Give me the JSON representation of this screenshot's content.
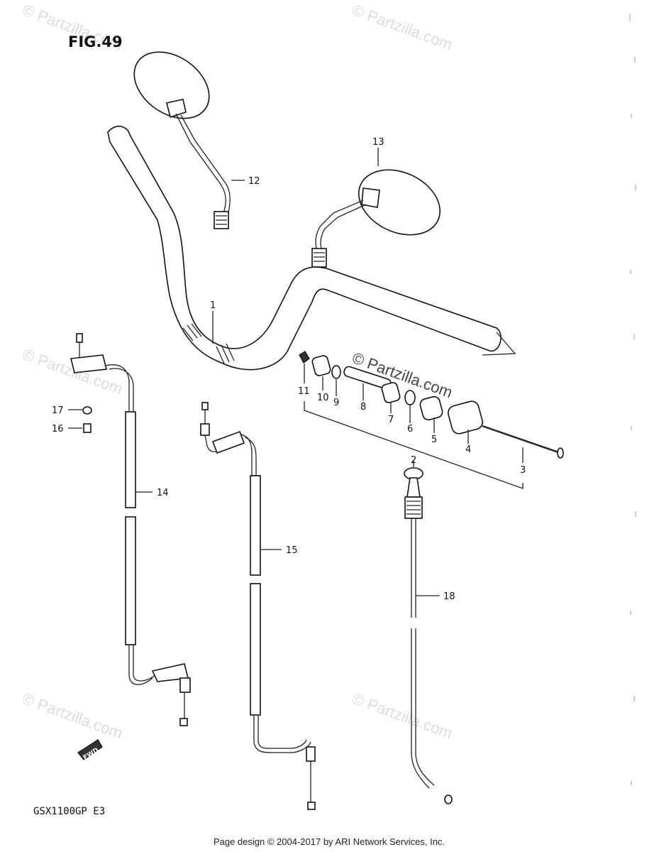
{
  "figure": {
    "title": "FIG.49",
    "model": "GSX1100GP  E3",
    "fwd_label": "FWD"
  },
  "watermark": {
    "text": "© Partzilla.com",
    "center_text": "© Partzilla.com"
  },
  "footer": {
    "text": "Page design © 2004-2017 by ARI Network Services, Inc."
  },
  "parts": [
    {
      "ref": "1"
    },
    {
      "ref": "2"
    },
    {
      "ref": "3"
    },
    {
      "ref": "4"
    },
    {
      "ref": "5"
    },
    {
      "ref": "6"
    },
    {
      "ref": "7"
    },
    {
      "ref": "8"
    },
    {
      "ref": "9"
    },
    {
      "ref": "10"
    },
    {
      "ref": "11"
    },
    {
      "ref": "12"
    },
    {
      "ref": "13"
    },
    {
      "ref": "14"
    },
    {
      "ref": "15"
    },
    {
      "ref": "16"
    },
    {
      "ref": "17"
    },
    {
      "ref": "18"
    }
  ]
}
